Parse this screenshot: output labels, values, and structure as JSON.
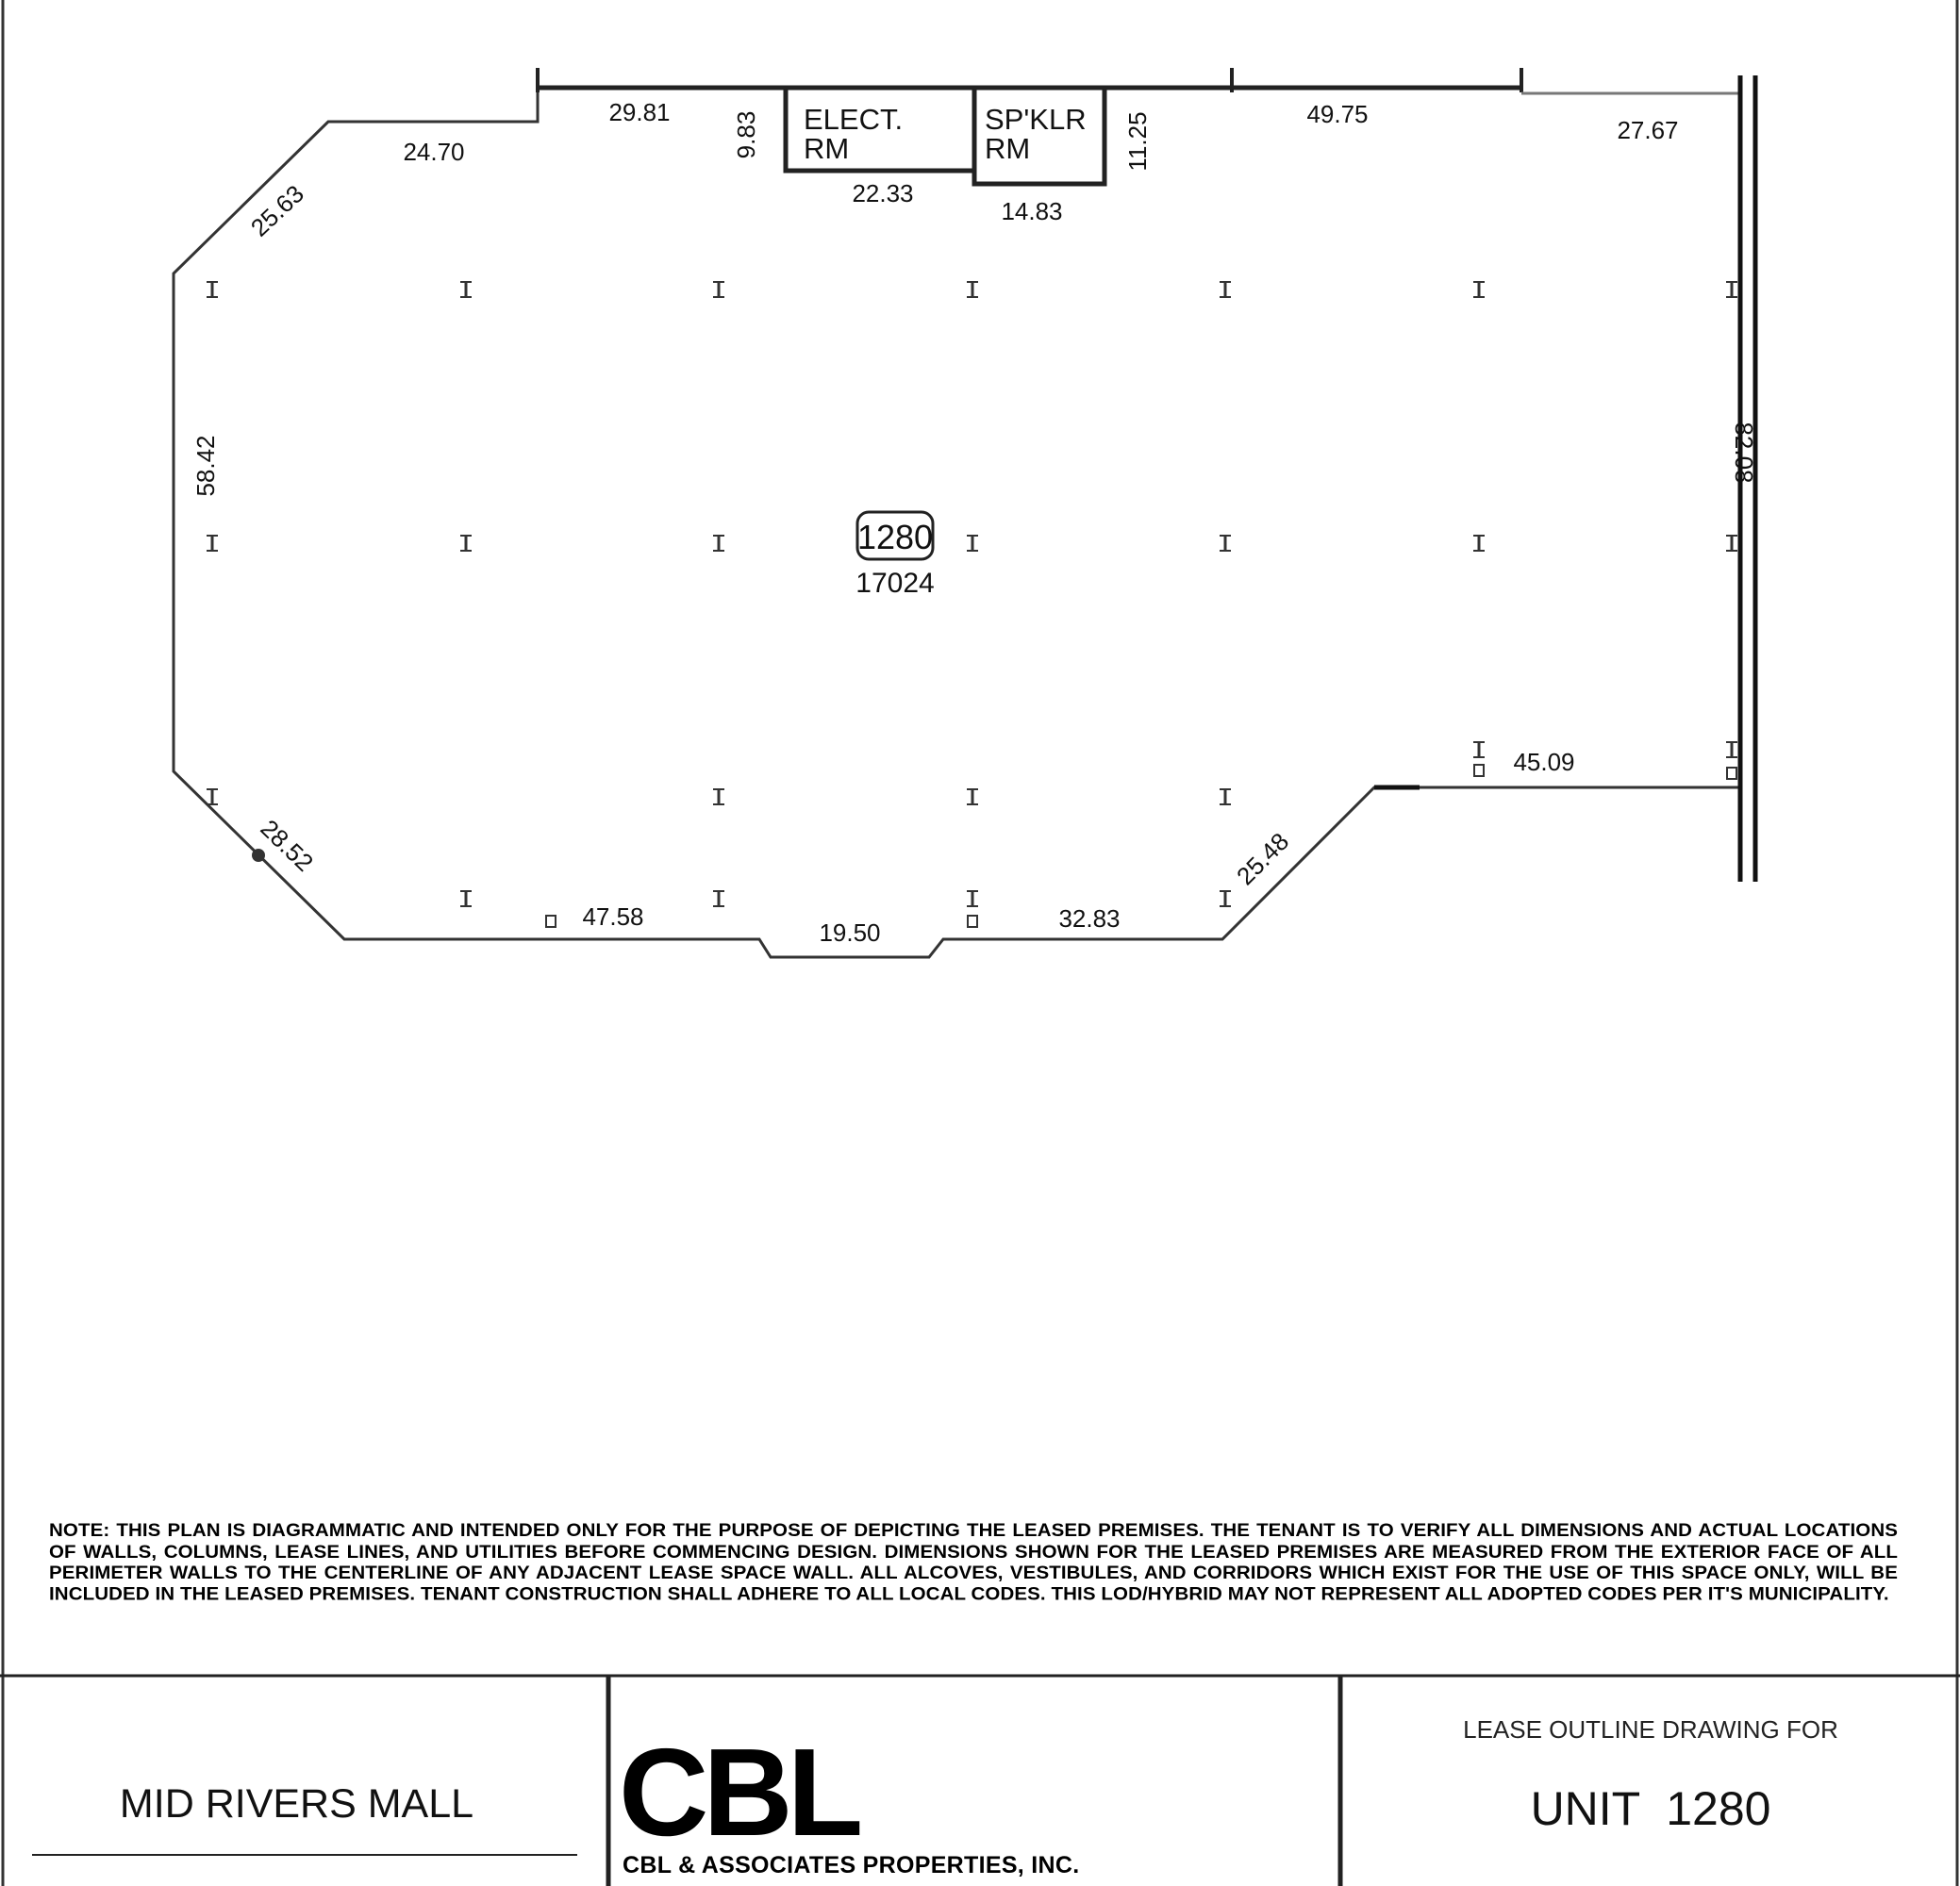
{
  "plan": {
    "unit_number": "1280",
    "area": "17024",
    "rooms": {
      "elect_line1": "ELECT.",
      "elect_line2": "RM",
      "spklr_line1": "SP'KLR",
      "spklr_line2": "RM"
    },
    "dimensions": {
      "d_29_81": "29.81",
      "d_24_70": "24.70",
      "d_25_63": "25.63",
      "d_9_83": "9.83",
      "d_22_33": "22.33",
      "d_14_83": "14.83",
      "d_11_25": "11.25",
      "d_49_75": "49.75",
      "d_27_67": "27.67",
      "d_58_42": "58.42",
      "d_82_08": "82.08",
      "d_45_09": "45.09",
      "d_28_52": "28.52",
      "d_47_58": "47.58",
      "d_19_50": "19.50",
      "d_32_83": "32.83",
      "d_25_48": "25.48"
    }
  },
  "note": "NOTE:  THIS PLAN IS DIAGRAMMATIC AND INTENDED ONLY FOR THE PURPOSE OF DEPICTING THE LEASED PREMISES.  THE TENANT IS TO VERIFY ALL DIMENSIONS AND ACTUAL LOCATIONS OF WALLS, COLUMNS, LEASE LINES, AND UTILITIES BEFORE COMMENCING DESIGN.  DIMENSIONS SHOWN FOR THE LEASED PREMISES ARE MEASURED FROM THE EXTERIOR FACE OF ALL PERIMETER WALLS TO THE CENTERLINE OF ANY ADJACENT LEASE SPACE WALL. ALL ALCOVES, VESTIBULES, AND CORRIDORS WHICH EXIST FOR THE USE OF THIS SPACE ONLY, WILL BE INCLUDED IN THE LEASED PREMISES. TENANT CONSTRUCTION SHALL ADHERE TO ALL LOCAL CODES.  THIS LOD/HYBRID MAY NOT REPRESENT ALL ADOPTED CODES PER IT'S MUNICIPALITY.",
  "title_block": {
    "property_name": "MID RIVERS MALL",
    "company_logo": "CBL",
    "company_name": "CBL & ASSOCIATES PROPERTIES, INC.",
    "drawing_label": "LEASE OUTLINE DRAWING FOR",
    "unit_label": "UNIT  1280"
  }
}
